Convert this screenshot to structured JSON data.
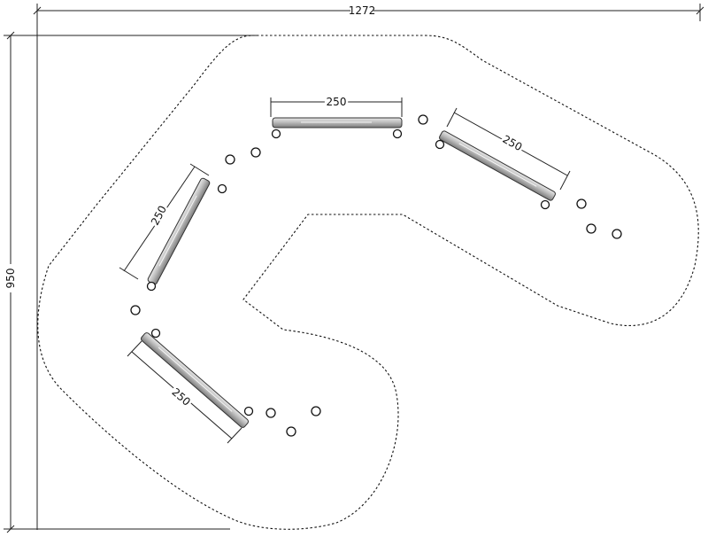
{
  "overall": {
    "width_label": "1272",
    "height_label": "950"
  },
  "beams": [
    {
      "length_label": "250"
    },
    {
      "length_label": "250"
    },
    {
      "length_label": "250"
    },
    {
      "length_label": "250"
    }
  ]
}
